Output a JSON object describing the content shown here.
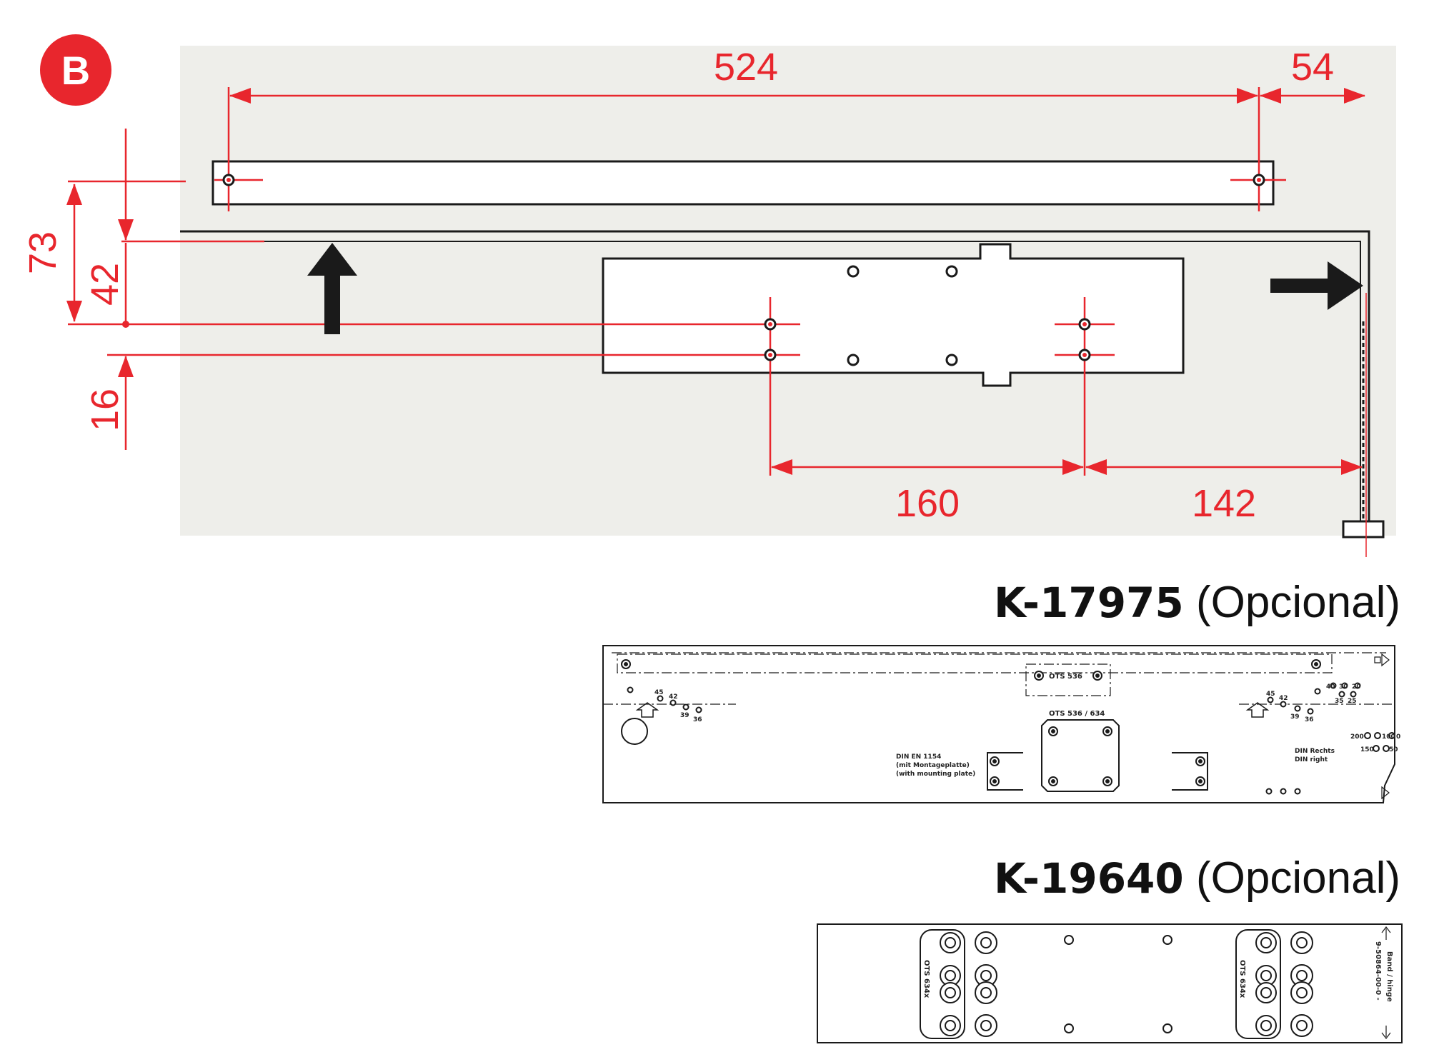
{
  "badge": {
    "label": "B",
    "color": "#e8262d"
  },
  "dimensions": {
    "top_length": "524",
    "top_offset": "54",
    "left_73": "73",
    "left_42": "42",
    "left_16": "16",
    "bottom_160": "160",
    "bottom_142": "142"
  },
  "colors": {
    "dimension": "#e8262d",
    "panel": "#eeeeea",
    "drawing": "#1a1a1a"
  },
  "icons": {
    "up": "arrow-up-icon",
    "right": "arrow-right-icon"
  },
  "option1": {
    "code": "K-17975",
    "suffix": " (Opcional)",
    "plate": {
      "ots_top": "OTS 536",
      "ots_center": "OTS 536 / 634",
      "n45": "45",
      "n42": "42",
      "n39": "39",
      "n36": "36",
      "r45": "45",
      "r42": "42",
      "r39": "39",
      "r36": "36",
      "r20": "20",
      "r30": "30",
      "r40": "40",
      "r35": "35",
      "r25": "25",
      "r200": "200",
      "r100": "100",
      "r0": "0",
      "r150": "150",
      "r50": "50",
      "din1": "DIN EN 1154",
      "din2": "(mit Montageplatte)",
      "din3": "(with mounting plate)",
      "din_r1": "DIN Rechts",
      "din_r2": "DIN right"
    }
  },
  "option2": {
    "code": "K-19640",
    "suffix": " (Opcional)",
    "plate": {
      "ots_left": "OTS 634x",
      "ots_right": "OTS 634x",
      "band": "Band / hinge",
      "part": "9-50864-00-0 -"
    }
  }
}
